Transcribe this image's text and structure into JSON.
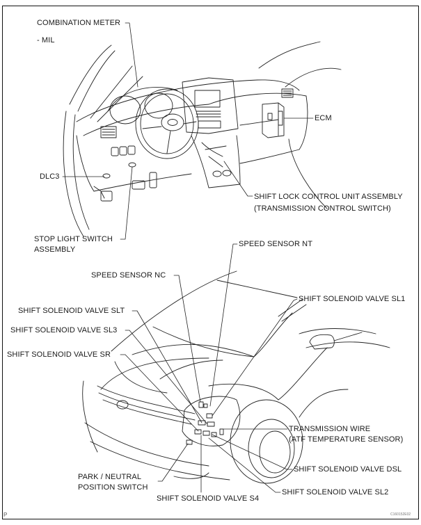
{
  "figure": {
    "type": "component location diagram",
    "subject": "Automatic transaxle system components",
    "views": [
      "instrument panel / cabin view",
      "front vehicle / engine compartment view"
    ]
  },
  "labels": {
    "combination_meter": "COMBINATION METER",
    "mil": "- MIL",
    "ecm": "ECM",
    "dlc3": "DLC3",
    "shift_lock_line1": "SHIFT LOCK CONTROL UNIT ASSEMBLY",
    "shift_lock_line2": "(TRANSMISSION CONTROL SWITCH)",
    "stop_light_line1": "STOP LIGHT SWITCH",
    "stop_light_line2": "ASSEMBLY",
    "speed_sensor_nt": "SPEED SENSOR  NT",
    "speed_sensor_nc": "SPEED SENSOR  NC",
    "ssv_sl1": "SHIFT SOLENOID VALVE SL1",
    "ssv_slt": "SHIFT SOLENOID VALVE SLT",
    "ssv_sl3": "SHIFT SOLENOID VALVE SL3",
    "ssv_sr": "SHIFT SOLENOID VALVE SR",
    "trans_wire_line1": "TRANSMISSION WIRE",
    "trans_wire_line2": "(ATF TEMPERATURE SENSOR)",
    "ssv_dsl": "SHIFT SOLENOID VALVE DSL",
    "park_neutral_line1": "PARK / NEUTRAL",
    "park_neutral_line2": "POSITION SWITCH",
    "ssv_s4": "SHIFT SOLENOID VALVE S4",
    "ssv_sl2": "SHIFT SOLENOID VALVE SL2"
  },
  "footer": {
    "figure_code": "C160152E02",
    "page_mark": "P"
  }
}
